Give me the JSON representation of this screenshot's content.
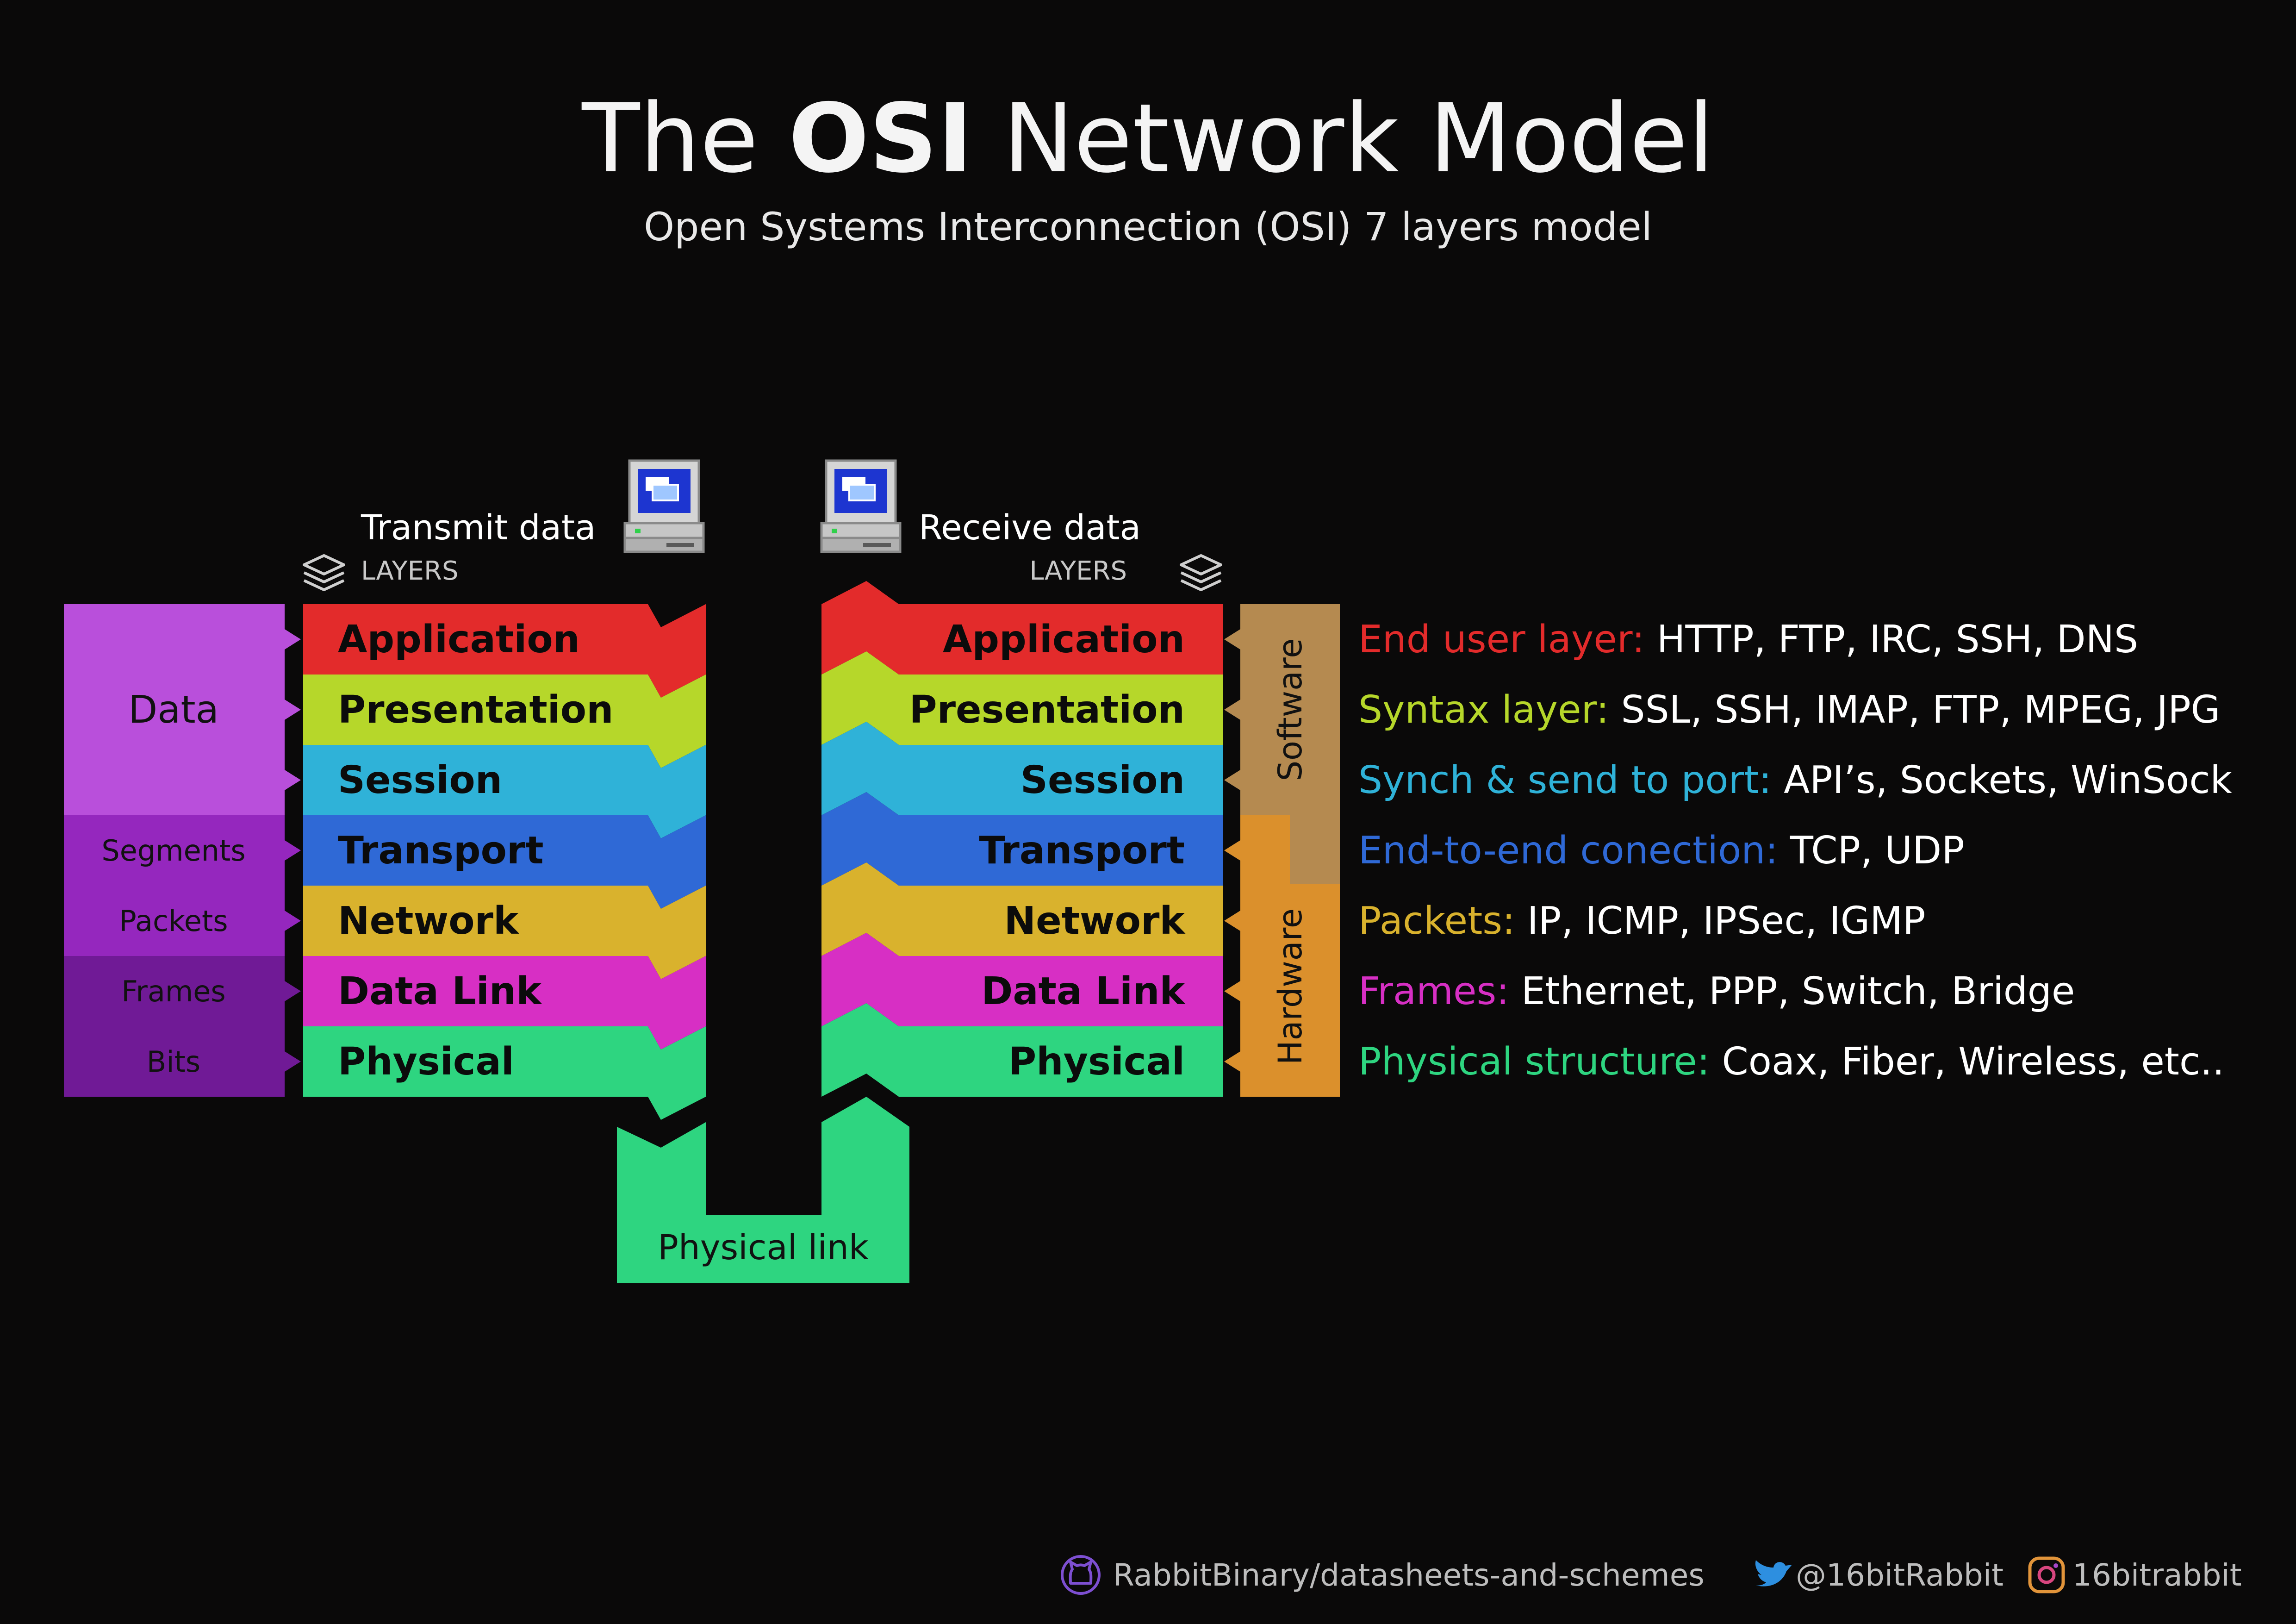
{
  "title": {
    "prefix": "The",
    "bold": "OSI",
    "suffix": "Network Model"
  },
  "subtitle": "Open Systems Interconnection (OSI) 7 layers model",
  "transmit": {
    "label": "Transmit data",
    "layers_caption": "LAYERS"
  },
  "receive": {
    "label": "Receive data",
    "layers_caption": "LAYERS"
  },
  "layers": [
    {
      "name": "Application",
      "color": "#e32b2b",
      "proto_key": "End user layer:",
      "proto_key_color": "#e32b2b",
      "protocols": "HTTP, FTP, IRC, SSH, DNS"
    },
    {
      "name": "Presentation",
      "color": "#b6d72a",
      "proto_key": "Syntax layer:",
      "proto_key_color": "#b6d72a",
      "protocols": "SSL, SSH, IMAP, FTP, MPEG, JPG"
    },
    {
      "name": "Session",
      "color": "#2fb2d8",
      "proto_key": "Synch & send to port:",
      "proto_key_color": "#2fb2d8",
      "protocols": "API’s, Sockets, WinSock"
    },
    {
      "name": "Transport",
      "color": "#2f69d6",
      "proto_key": "End-to-end conection:",
      "proto_key_color": "#2f69d6",
      "protocols": "TCP, UDP"
    },
    {
      "name": "Network",
      "color": "#d9b22d",
      "proto_key": "Packets:",
      "proto_key_color": "#d9b22d",
      "protocols": "IP, ICMP, IPSec, IGMP"
    },
    {
      "name": "Data Link",
      "color": "#d72fc4",
      "proto_key": "Frames:",
      "proto_key_color": "#d72fc4",
      "protocols": "Ethernet, PPP, Switch, Bridge"
    },
    {
      "name": "Physical",
      "color": "#2ed580",
      "proto_key": "Physical structure:",
      "proto_key_color": "#2ed580",
      "protocols": "Coax, Fiber, Wireless, etc.."
    }
  ],
  "pdu": {
    "data": "Data",
    "segments": "Segments",
    "packets": "Packets",
    "frames": "Frames",
    "bits": "Bits"
  },
  "pdu_colors": {
    "data": "#b94fdb",
    "segments_packets": "#9527be",
    "frames_bits": "#701a96"
  },
  "groups": {
    "software": "Software",
    "hardware": "Hardware",
    "software_color": "#b58a50",
    "hardware_color": "#db902c"
  },
  "physical_link": "Physical link",
  "footer": {
    "github": "RabbitBinary/datasheets-and-schemes",
    "twitter": "@16bitRabbit",
    "instagram": "16bitrabbit"
  },
  "icons": {
    "computer": "computer-icon",
    "layers": "layers-stack-icon",
    "github": "github-icon",
    "twitter": "twitter-icon",
    "instagram": "instagram-icon"
  }
}
